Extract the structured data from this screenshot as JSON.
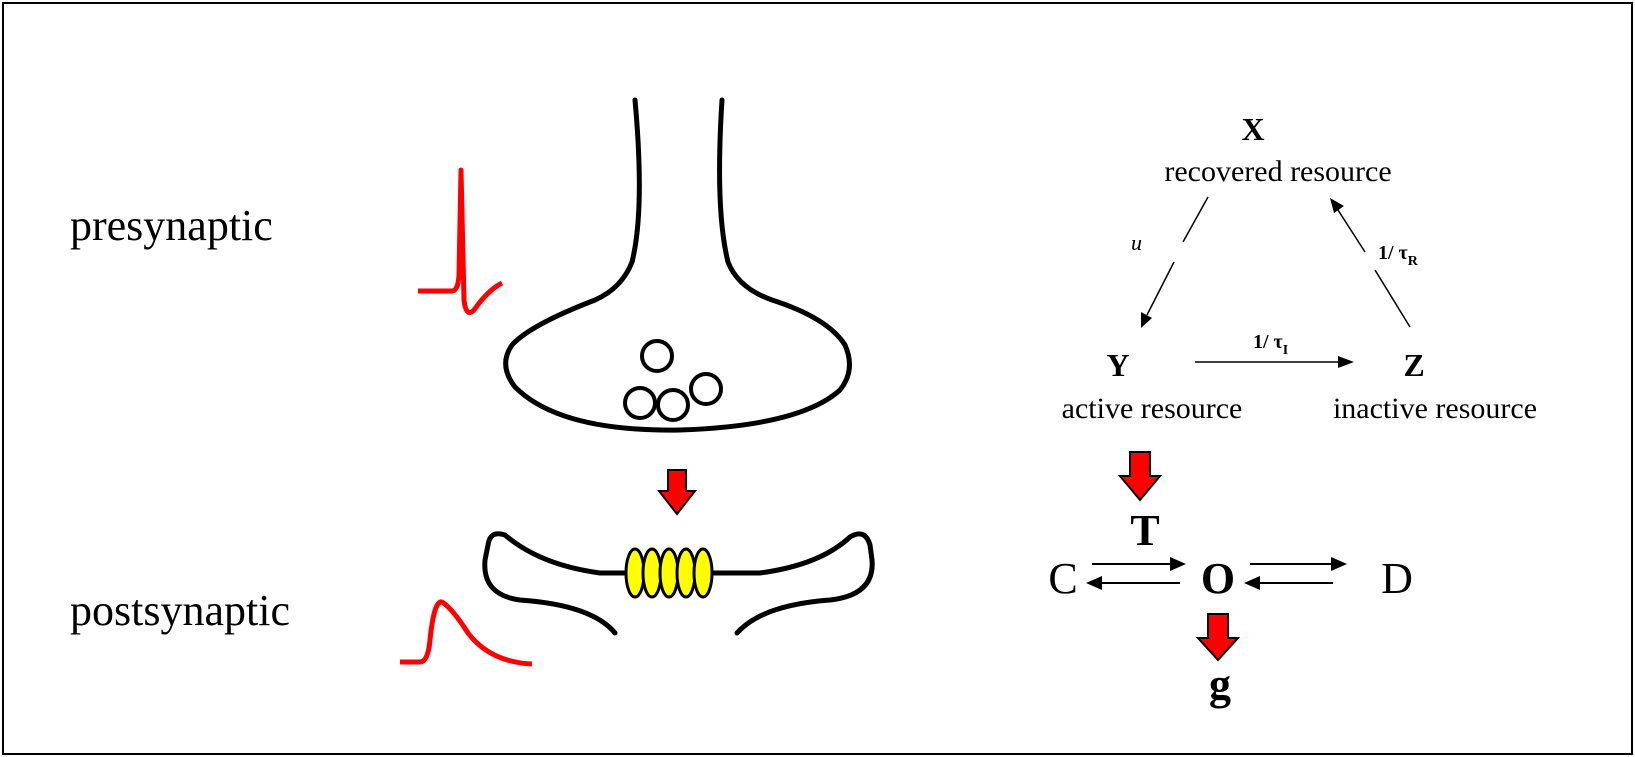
{
  "labels": {
    "presynaptic": "presynaptic",
    "postsynaptic": "postsynaptic"
  },
  "resource_model": {
    "x": {
      "symbol": "X",
      "desc": "recovered resource"
    },
    "y": {
      "symbol": "Y",
      "desc": "active resource"
    },
    "z": {
      "symbol": "Z",
      "desc": "inactive resource"
    },
    "rate_u": "u",
    "rate_tau_r": {
      "prefix": "1/ τ",
      "sub": "R"
    },
    "rate_tau_i": {
      "prefix": "1/ τ",
      "sub": "I"
    }
  },
  "kinetics": {
    "t": "T",
    "c": "C",
    "o": "O",
    "d": "D",
    "g": "g"
  },
  "colors": {
    "spike": "#ff0000",
    "arrow_fill": "#ff0000",
    "receptor_fill": "#ffff00",
    "outline": "#000000",
    "frame": "#000000"
  },
  "icons": {
    "presynaptic_spike": "action-potential-trace",
    "postsynaptic_response": "psp-trace",
    "release_arrow": "down-arrow-icon"
  }
}
